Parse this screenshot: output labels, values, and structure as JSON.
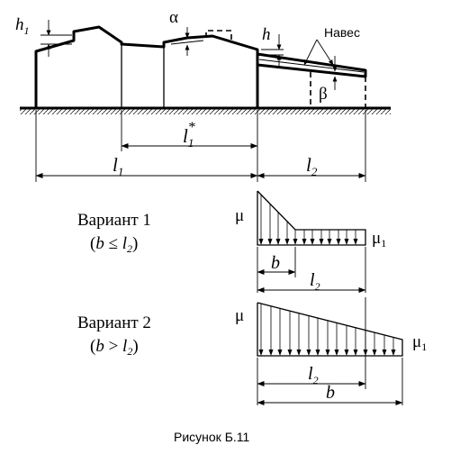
{
  "building": {
    "h1_label": "h",
    "h1_sub": "1",
    "alpha_label": "α",
    "h_label": "h",
    "canopy_label": "Навес",
    "beta_label": "β",
    "l1star_label": "l",
    "l1star_sub": "1",
    "l1star_sup": "*",
    "l1_label": "l",
    "l1_sub": "1",
    "l2_label": "l",
    "l2_sub": "2"
  },
  "variant1": {
    "title": "Вариант 1",
    "cond_open": "(",
    "cond_b": "b",
    "cond_op": " ≤ ",
    "cond_l": "l",
    "cond_sub": "2",
    "cond_close": ")",
    "mu_label": "μ",
    "mu1_label": "μ",
    "mu1_sub": "1",
    "b_label": "b",
    "l2_label": "l",
    "l2_sub": "2"
  },
  "variant2": {
    "title": "Вариант 2",
    "cond_open": "(",
    "cond_b": "b",
    "cond_op": " > ",
    "cond_l": "l",
    "cond_sub": "2",
    "cond_close": ")",
    "mu_label": "μ",
    "mu1_label": "μ",
    "mu1_sub": "1",
    "l2_label": "l",
    "l2_sub": "2",
    "b_label": "b"
  },
  "caption": "Рисунок Б.11"
}
